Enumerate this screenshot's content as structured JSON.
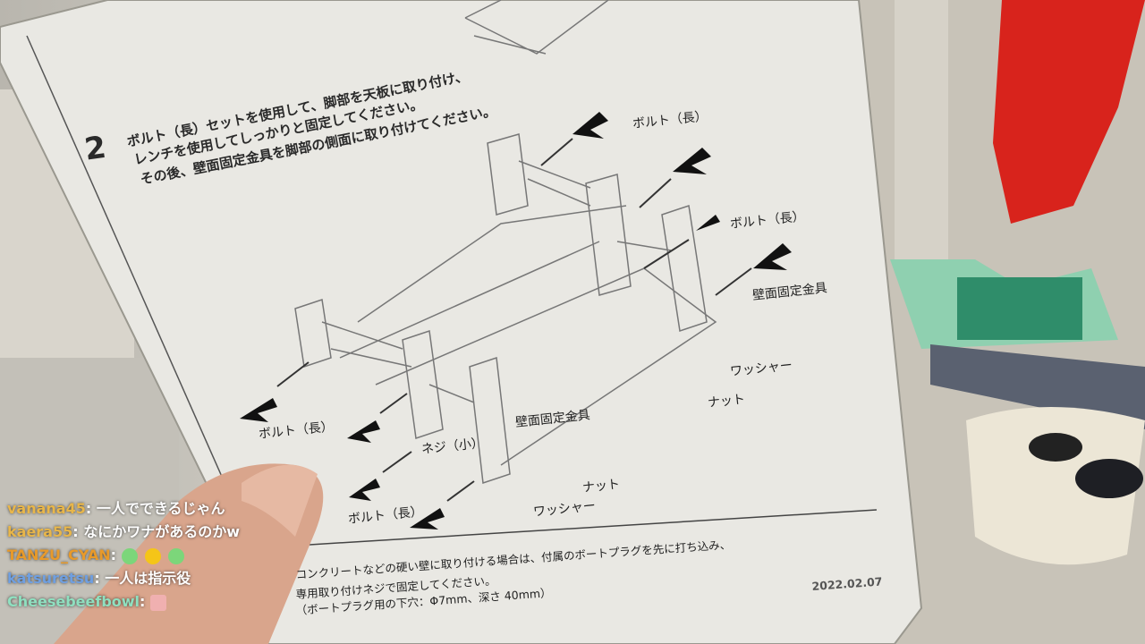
{
  "manual": {
    "step_number": "2",
    "instructions": [
      "ボルト（長）セットを使用して、脚部を天板に取り付け、",
      "レンチを使用してしっかりと固定してください。",
      "その後、壁面固定金具を脚部の側面に取り付けてください。"
    ],
    "labels": {
      "bolt_long": "ボルト（長）",
      "wall_bracket": "壁面固定金具",
      "washer": "ワッシャー",
      "nut": "ナット",
      "screw_small": "ネジ（小）"
    },
    "notes": [
      "コンクリートなどの硬い壁に取り付ける場合は、付属のボートプラグを先に打ち込み、",
      "専用取り付けネジで固定してください。",
      "（ボートプラグ用の下穴：Φ7mm、深さ 40mm）"
    ],
    "date": "2022.02.07"
  },
  "chat": [
    {
      "user": "vanana45",
      "text": "一人でできるじゃん",
      "color": "#e8b64a"
    },
    {
      "user": "kaera55",
      "text": "なにかワナがあるのかw",
      "color": "#e8b64a"
    },
    {
      "user": "TANZU_CYAN",
      "text": "",
      "color": "#e89a2a",
      "emotes": [
        "frog-emote",
        "chick-emote",
        "frog-emote"
      ]
    },
    {
      "user": "katsuretsu",
      "text": "一人は指示役",
      "color": "#6f9fe0"
    },
    {
      "user": "Cheesebeefbowl",
      "text": "",
      "color": "#8fe0c0",
      "emotes": [
        "pig-emote"
      ]
    }
  ]
}
